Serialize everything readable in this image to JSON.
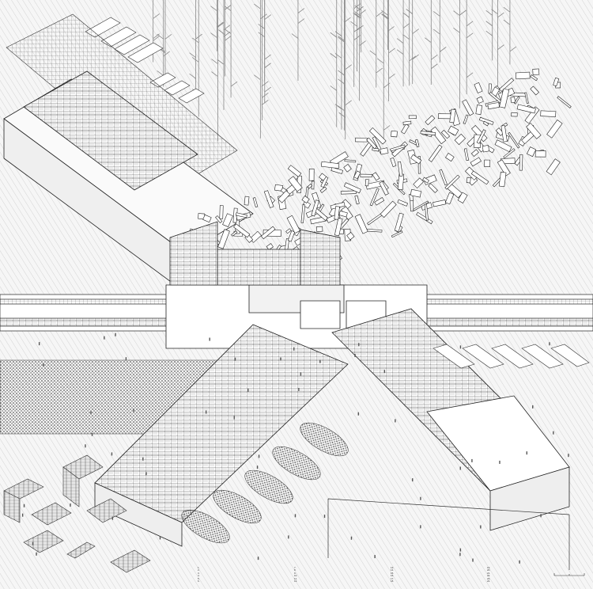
{
  "figure": {
    "type": "isometric architectural axonometric drawing",
    "style": "black-and-white line drawing",
    "stroke_color": "#222222",
    "hatch_color": "#bdbdbd",
    "background_color": "#f6f6f6"
  },
  "legend": {
    "column_1": [
      "1. ",
      "2. ",
      "3. ",
      "4. ",
      "5. ",
      "6. "
    ],
    "column_2": [
      "7. ",
      "8. ",
      "9. ",
      "10. ",
      "11. ",
      "12. "
    ],
    "column_3": [
      "13. ",
      "14. ",
      "15. ",
      "16. ",
      "17. ",
      "18. "
    ],
    "column_4": [
      "19. ",
      "20. ",
      "21. ",
      "22. ",
      "23. ",
      "24. "
    ]
  }
}
